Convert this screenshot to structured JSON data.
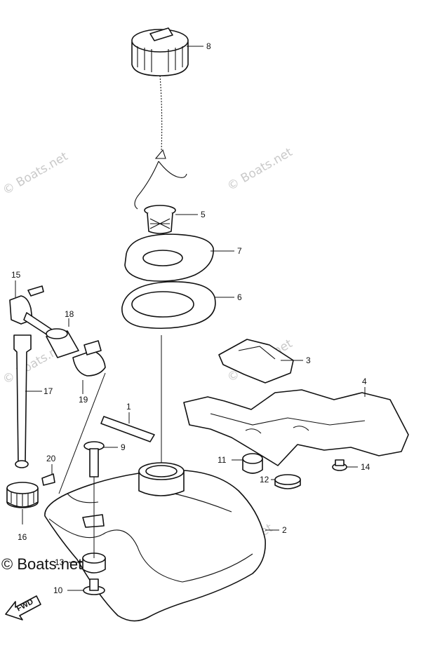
{
  "watermark": "© Boats.net",
  "brand": "© Boats.net",
  "fwd_label": "FWD",
  "callouts": {
    "c1": "1",
    "c2": "2",
    "c3": "3",
    "c4": "4",
    "c5": "5",
    "c6": "6",
    "c7": "7",
    "c8": "8",
    "c9": "9",
    "c10": "10",
    "c11": "11",
    "c12": "12",
    "c13": "13",
    "c14": "14",
    "c15": "15",
    "c16": "16",
    "c17": "17",
    "c18": "18",
    "c19": "19",
    "c20": "20"
  }
}
